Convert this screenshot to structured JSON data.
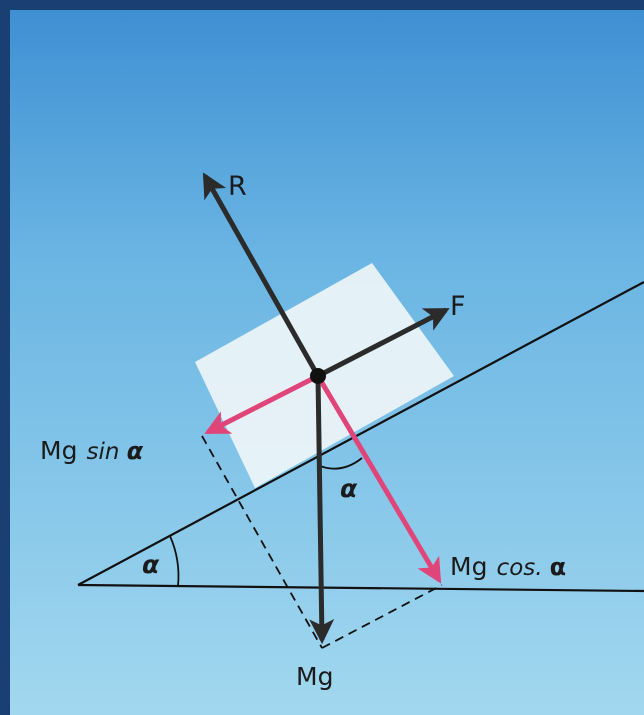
{
  "labels": {
    "R": "R",
    "F": "F",
    "mg_sin_main": "Mg",
    "mg_sin_func": "sin",
    "mg_sin_var": "α",
    "mg_cos_main": "Mg",
    "mg_cos_func": "cos.",
    "mg_cos_var": "α",
    "mg": "Mg",
    "angle_base": "α",
    "angle_top": "α"
  },
  "colors": {
    "frame": "#1a3f73",
    "sky_top": "#3f8fd3",
    "sky_bottom": "#9fd6ef",
    "force_dark": "#2b2b2b",
    "force_pink": "#e0457a",
    "block": "#eef5f7",
    "line": "#111111"
  }
}
